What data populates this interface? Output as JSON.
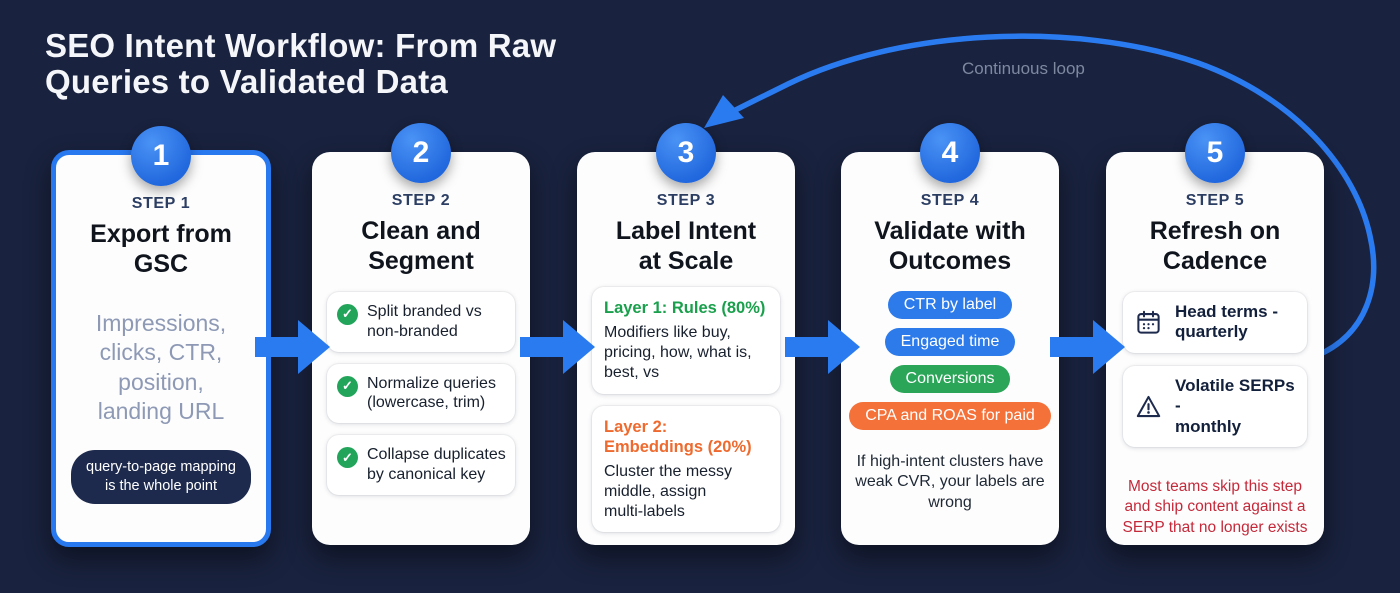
{
  "page": {
    "title": "SEO Intent Workflow: From Raw\nQueries to Validated Data",
    "loop_label": "Continuous loop"
  },
  "colors": {
    "background": "#19223e",
    "accent_blue": "#2b7bf0",
    "card_active_border": "#2878f0",
    "green": "#22a55b",
    "orange": "#f4713a",
    "red_warning": "#c4293a",
    "muted_body": "#8d99b5",
    "dark_pill_bg": "#1d2a4d"
  },
  "steps": [
    {
      "number": "1",
      "step_label": "STEP 1",
      "title": "Export from\nGSC",
      "body": "Impressions,\nclicks, CTR,\nposition,\nlanding URL",
      "note": "query-to-page mapping\nis the whole point"
    },
    {
      "number": "2",
      "step_label": "STEP 2",
      "title": "Clean and\nSegment",
      "checklist": [
        "Split branded vs\nnon-branded",
        "Normalize queries\n(lowercase, trim)",
        "Collapse duplicates\nby canonical key"
      ]
    },
    {
      "number": "3",
      "step_label": "STEP 3",
      "title": "Label Intent\nat Scale",
      "layers": [
        {
          "heading": "Layer 1: Rules (80%)",
          "color": "#1aa04c",
          "body": "Modifiers like buy,\npricing, how, what is,\nbest, vs"
        },
        {
          "heading": "Layer 2:\nEmbeddings (20%)",
          "color": "#ee6a2e",
          "body": "Cluster the messy\nmiddle, assign\nmulti-labels"
        }
      ]
    },
    {
      "number": "4",
      "step_label": "STEP 4",
      "title": "Validate with\nOutcomes",
      "pills": [
        {
          "label": "CTR by label",
          "color": "#2d7bea"
        },
        {
          "label": "Engaged time",
          "color": "#2d7bea"
        },
        {
          "label": "Conversions",
          "color": "#2ba558"
        },
        {
          "label": "CPA and ROAS for paid",
          "color": "#f4713a"
        }
      ],
      "note": "If high-intent clusters have\nweak CVR, your labels are\nwrong"
    },
    {
      "number": "5",
      "step_label": "STEP 5",
      "title": "Refresh on\nCadence",
      "cadence_items": [
        {
          "icon": "calendar-icon",
          "label": "Head terms -\nquarterly"
        },
        {
          "icon": "warning-icon",
          "label": "Volatile SERPs -\nmonthly"
        }
      ],
      "warning": "Most teams skip this step\nand ship content against a\nSERP that no longer exists"
    }
  ],
  "icons": {
    "check": "✓"
  }
}
